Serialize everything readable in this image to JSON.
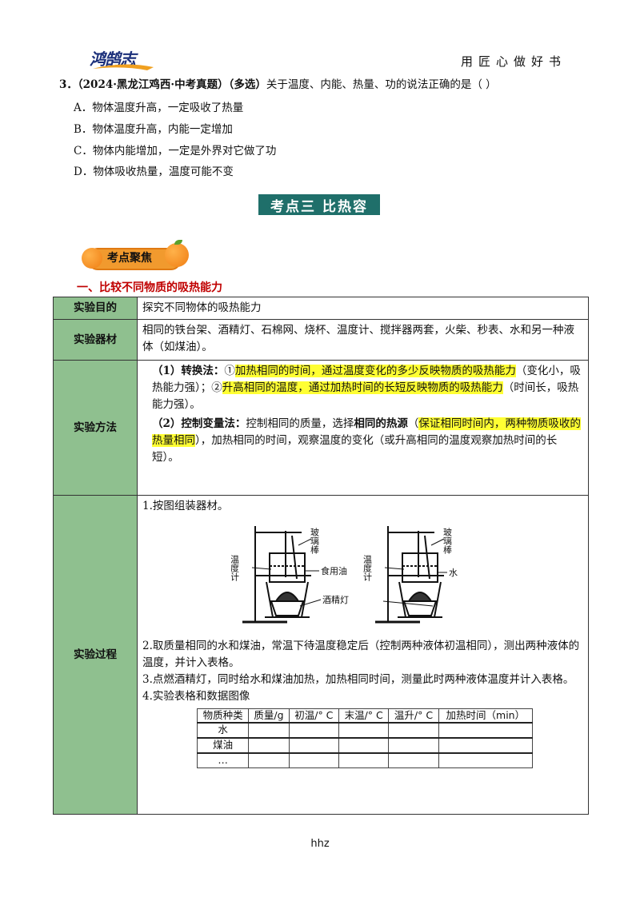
{
  "header": {
    "logo_text": "鸿鹄志",
    "slogan": "用匠心做好书"
  },
  "question": {
    "number": "3．",
    "source": "（2024·黑龙江鸡西·中考真题）（多选）",
    "stem": "关于温度、内能、热量、功的说法正确的是（     ）",
    "options": [
      "A．物体温度升高，一定吸收了热量",
      "B．物体温度升高，内能一定增加",
      "C．物体内能增加，一定是外界对它做了功",
      "D．物体吸收热量，温度可能不变"
    ]
  },
  "section_title": "考点三   比热容",
  "focus_label": "考点聚焦",
  "subheading": "一、比较不同物质的吸热能力",
  "table": {
    "purpose_label": "实验目的",
    "purpose_text": "探究不同物体的吸热能力",
    "equipment_label": "实验器材",
    "equipment_text": "相同的铁台架、酒精灯、石棉网、烧杯、温度计、搅拌器两套，火柴、秒表、水和另一种液体（如煤油）。",
    "method_label": "实验方法",
    "method": {
      "p1_title": "（1）转换法：",
      "p1_a": "①",
      "p1_hl1": "加热相同的时间，通过温度变化的多少反映物质的吸热能力",
      "p1_b": "（变化小，吸热能力强）；②",
      "p1_hl2": "升高相同的温度，通过加热时间的长短反映物质的吸热能力",
      "p1_c": "（时间长，吸热能力强）。",
      "p2_title": "（2）控制变量法：",
      "p2_a": "控制相同的质量，选择",
      "p2_bold": "相同的热源",
      "p2_b": "（",
      "p2_hl": "保证相同时间内，两种物质吸收的热量相同",
      "p2_c": "），加热相同的时间，观察温度的变化（或升高相同的温度观察加热时间的长短）。"
    },
    "process_label": "实验过程",
    "process": {
      "step1": "1.按图组装器材。",
      "fig_labels": {
        "thermometer": "温度计",
        "rod": "玻璃棒",
        "oil": "食用油",
        "lamp": "酒精灯",
        "water": "水"
      },
      "step2": "2.取质量相同的水和煤油，常温下待温度稳定后（控制两种液体初温相同），测出两种液体的温度，并计入表格。",
      "step3": "3.点燃酒精灯，同时给水和煤油加热，加热相同时间，测量此时两种液体温度并计入表格。",
      "step4": "4.实验表格和数据图像"
    },
    "data_table": {
      "headers": [
        "物质种类",
        "质量/g",
        "初温/° C",
        "末温/° C",
        "温升/° C",
        "加热时间（min）"
      ],
      "rows": [
        "水",
        "煤油",
        "…"
      ]
    }
  },
  "footer": "hhz"
}
